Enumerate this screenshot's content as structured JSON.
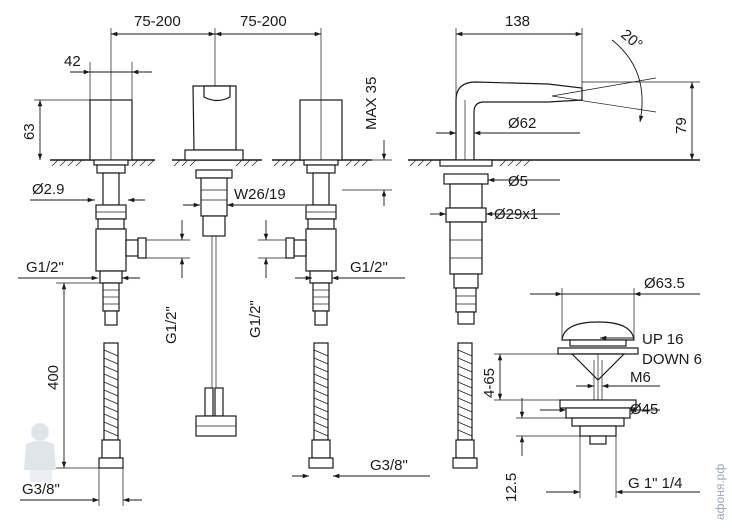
{
  "dimensions": {
    "spread_left": "75-200",
    "spread_right": "75-200",
    "width_42": "42",
    "height_63": "63",
    "max_35": "MAX 35",
    "diameter_2_9": "Ø2.9",
    "wrench": "W26/19",
    "thread_g12_left": "G1/2\"",
    "thread_g12_vertical": "G1/2\"",
    "thread_g12_vertical_right": "G1/2\"",
    "thread_g12_right": "G1/2\"",
    "hose_400": "400",
    "thread_g38_left": "G3/8\"",
    "thread_g38_right": "G3/8\"",
    "spout_138": "138",
    "angle_20": "20°",
    "height_79": "79",
    "diameter_62": "Ø62",
    "diameter_5": "Ø5",
    "diameter_29x1": "Ø29x1",
    "waste_63_5": "Ø63.5",
    "up_16": "UP 16",
    "down_6": "DOWN 6",
    "range_4_65": "4-65",
    "m6": "M6",
    "diameter_45": "Ø45",
    "h_12_5": "12.5",
    "g_1_1_4": "G 1\" 1/4"
  },
  "watermark": {
    "text": "афоня.рф"
  },
  "colors": {
    "line": "#1a1a1a",
    "background": "#ffffff",
    "watermark": "#9aa7b8"
  }
}
